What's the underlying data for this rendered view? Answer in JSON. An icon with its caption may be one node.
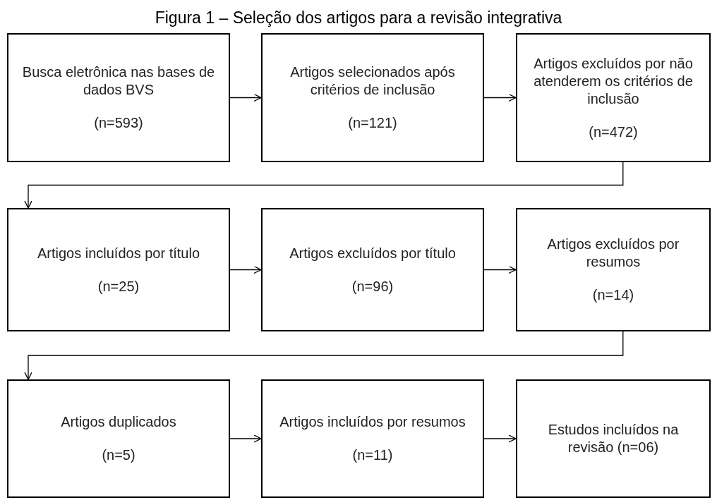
{
  "diagram": {
    "title": "Figura 1 – Seleção dos artigos para a revisão integrativa",
    "nodes": [
      {
        "text": [
          "Busca eletrônica nas bases de dados BVS",
          "(n=593)"
        ]
      },
      {
        "text": [
          "Artigos selecionados após critérios de inclusão",
          "(n=121)"
        ]
      },
      {
        "text": [
          "Artigos excluídos por não atenderem os critérios de inclusão",
          "(n=472)"
        ]
      },
      {
        "text": [
          "Artigos incluídos por título",
          "(n=25)"
        ]
      },
      {
        "text": [
          "Artigos excluídos por título",
          "(n=96)"
        ]
      },
      {
        "text": [
          "Artigos excluídos por resumos",
          "(n=14)"
        ]
      },
      {
        "text": [
          "Artigos duplicados",
          "(n=5)"
        ]
      },
      {
        "text": [
          "Artigos incluídos por resumos",
          "(n=11)"
        ]
      },
      {
        "text": [
          "Estudos incluídos na revisão (n=06)"
        ]
      }
    ],
    "edges": [
      {
        "from": 0,
        "to": 1,
        "arrow": "to"
      },
      {
        "from": 1,
        "to": 2,
        "arrow": "to"
      },
      {
        "from": 2,
        "to": 3,
        "arrow": "to"
      },
      {
        "from": 3,
        "to": 4,
        "arrow": "to"
      },
      {
        "from": 4,
        "to": 5,
        "arrow": "to"
      },
      {
        "from": 5,
        "to": 6,
        "arrow": "to"
      },
      {
        "from": 6,
        "to": 7,
        "arrow": "to"
      },
      {
        "from": 7,
        "to": 8,
        "arrow": "to"
      }
    ]
  }
}
